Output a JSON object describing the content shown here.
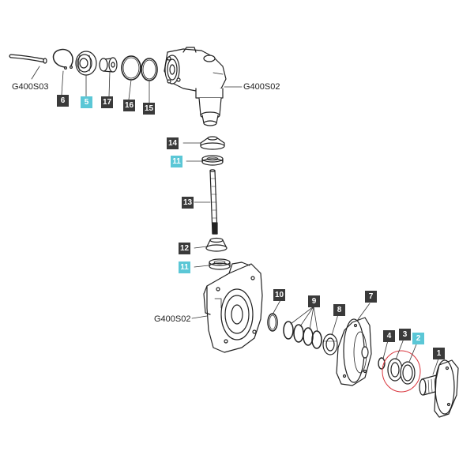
{
  "colors": {
    "part_box": "#3a3a3a",
    "highlight_box": "#5bc7d6",
    "line": "#222222",
    "fill": "#ffffff",
    "focus_circle": "#d9363e"
  },
  "references": {
    "left_top": "G400S03",
    "right_top": "G400S02",
    "left_mid": "G400S02"
  },
  "parts": {
    "p1": "1",
    "p2": "2",
    "p3": "3",
    "p4": "4",
    "p5": "5",
    "p6": "6",
    "p7": "7",
    "p8": "8",
    "p9": "9",
    "p10": "10",
    "p11a": "11",
    "p11b": "11",
    "p12": "12",
    "p13": "13",
    "p14": "14",
    "p15": "15",
    "p16": "16",
    "p17": "17"
  }
}
